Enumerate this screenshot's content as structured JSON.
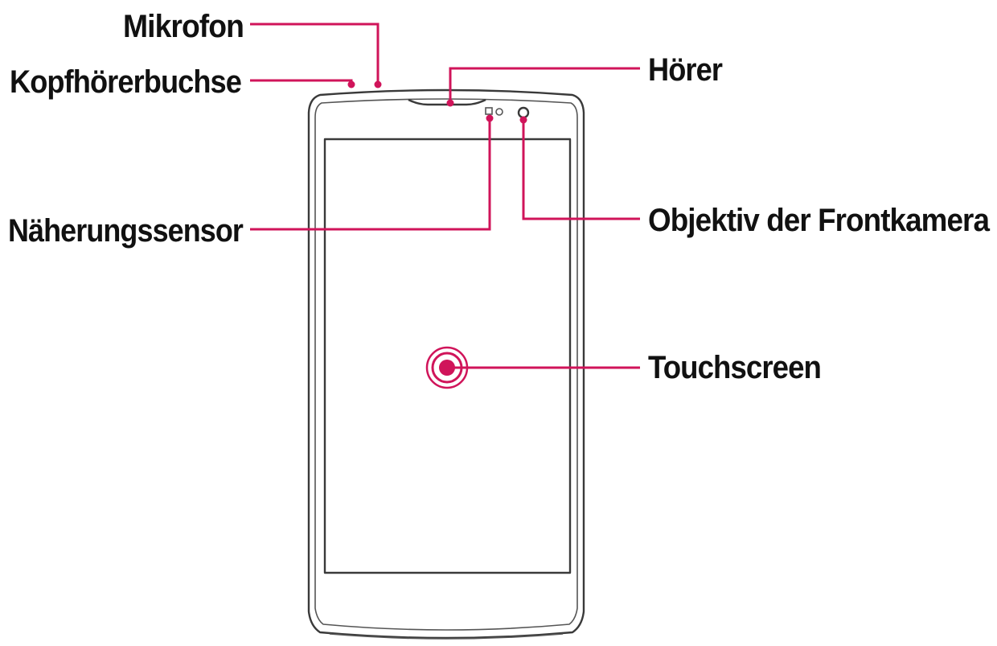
{
  "labels": {
    "mikrofon": "Mikrofon",
    "kopfhoererbuchse": "Kopfhörerbuchse",
    "hoerer": "Hörer",
    "naeherungssensor": "Näherungssensor",
    "frontkamera": "Objektiv der Frontkamera",
    "touchscreen": "Touchscreen"
  },
  "colors": {
    "callout": "#d0145a",
    "outline": "#3a3a3a",
    "text": "#111111"
  }
}
